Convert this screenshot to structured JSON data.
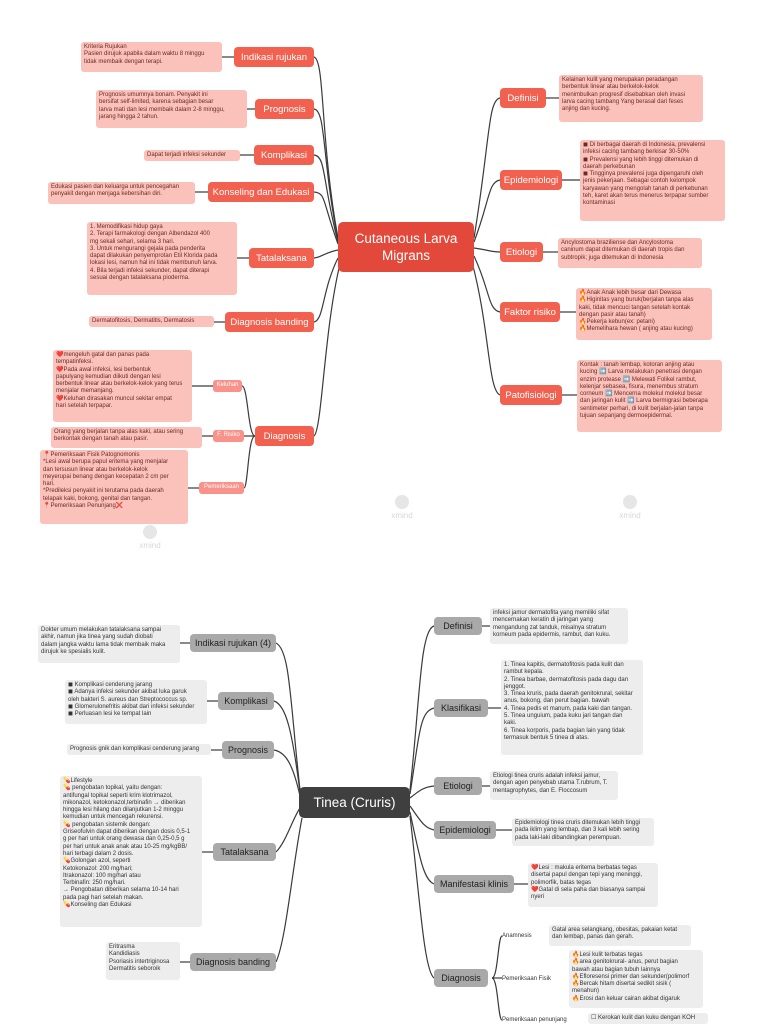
{
  "map1": {
    "root": [
      "Cutaneous Larva",
      "Migrans"
    ],
    "branches": {
      "indikasi": {
        "label": "Indikasi rujukan",
        "leaf": [
          "Kriteria Rujukan",
          "Pasien dirujuk apabila dalam waktu 8 minggu",
          "tidak membaik dengan terapi."
        ]
      },
      "prognosis": {
        "label": "Prognosis",
        "leaf": [
          "Prognosis umumnya bonam. Penyakit ini",
          "bersifat self-limited, karena sebagian besar",
          "larva mati dan lesi membaik dalam 2-8 minggu,",
          "jarang hingga 2 tahun."
        ]
      },
      "komplikasi": {
        "label": "Komplikasi",
        "leaf": [
          "Dapat terjadi infeksi sekunder"
        ]
      },
      "konseling": {
        "label": "Konseling dan Edukasi",
        "leaf": [
          "Edukasi pasien dan keluarga untuk pencegahan",
          "penyakit dengan menjaga kebersihan diri."
        ]
      },
      "tatalaksana": {
        "label": "Tatalaksana",
        "leaf": [
          "1. Memodifikasi hidup gaya",
          "2. Terapi farmakologi dengan Albendazol 400",
          "mg sekali sehari, selama 3 hari.",
          "3. Untuk mengurangi gejala pada penderita",
          "dapat dilakukan penyemprotan Etil Klorida pada",
          "lokasi lesi, namun hal ini tidak membunuh larva.",
          "4. Bila terjadi infeksi sekunder, dapat diterapi",
          "sesuai dengan tatalaksana pioderma."
        ]
      },
      "diagbanding": {
        "label": "Diagnosis banding",
        "leaf": [
          "Dermatofitosis, Dermatitis, Dermatosis"
        ]
      },
      "diagnosis": {
        "label": "Diagnosis",
        "keluhan": {
          "label": "Keluhan",
          "leaf": [
            "❤️mengeluh gatal dan panas pada",
            "tempatinfeksi.",
            "❤️Pada awal infeksi, lesi berbentuk",
            "papulyang kemudian diikuti dengan lesi",
            "berbentuk linear atau berkelok-kelok yang terus",
            "menjalar memanjang.",
            "❤️Keluhan dirasakan muncul sekitar empat",
            "hari setelah terpapar."
          ]
        },
        "frisiko": {
          "label": "F. Risiko",
          "leaf": [
            "Orang yang berjalan tanpa alas kaki, atau sering",
            "berkontak dengan tanah atau pasir."
          ]
        },
        "pemeriksaan": {
          "label": "Pemeriksaan",
          "leaf": [
            "📍Pemeriksaan Fisik Patognomonis",
            "*Lesi awal berupa papul eritema yang menjalar",
            "dan tersusun linear atau berkelok-kelok",
            "meyerupai benang dengan kecepatan 2 cm per",
            "hari.",
            "*Predileksi penyakit ini terutama pada daerah",
            "telapak kaki, bokong, genital dan tangan.",
            "📍Pemeriksaan Penunjang❌"
          ]
        }
      },
      "definisi": {
        "label": "Definisi",
        "leaf": [
          "Kelainan kulit yang merupakan peradangan",
          "berbentuk linear atau berkelok-kelok",
          "menimbulkan progresif disebabkan oleh invasi",
          "larva cacing tambang Yang berasal dari feses",
          "anjing dan kucing."
        ]
      },
      "epidemiologi": {
        "label": "Epidemiologi",
        "leaf": [
          "◼ Di berbagai daerah di Indonesia, prevalensi",
          "infeksi cacing tambang berkisar 30-50%",
          "◼ Prevalensi yang lebih tinggi ditemukan di",
          "daerah perkebunan",
          "◼ Tingginya prevalensi juga dipengaruhi oleh",
          "jenis pekerjaan. Sebagai contoh kelompok",
          "karyawan yang mengolah tanah di perkebunan",
          "teh, karet akan terus menerus terpapar sumber",
          "kontaminasi"
        ]
      },
      "etiologi": {
        "label": "Etiologi",
        "leaf": [
          "Ancylostoma braziliense dan Ancylostoma",
          "caninum dapat ditemukan di daerah tropis dan",
          "subtropik; juga ditemukan di Indonesia"
        ]
      },
      "faktor": {
        "label": "Faktor risiko",
        "leaf": [
          "🔥Anak Anak lebih besar dari Dewasa",
          "🔥Higinitas yang buruk(berjalan tanpa alas",
          "kaki, tidak mencuci tangan setelah kontak",
          "dengan pasir atau tanah)",
          "🔥Pekerja kebun(ex: petani)",
          "🔥Memelihara hewan ( anjing atau kucing)"
        ]
      },
      "patofisiologi": {
        "label": "Patofisiologi",
        "leaf": [
          "Kontak : tanah lembap, kotoran anjing atau",
          "kucing ➡️ Larva melakukan penetrasi dengan",
          "enzim protease ➡️ Melewati Folikel rambut,",
          "kelenjar sebasea, fisura, menembus stratum",
          "corneum ➡️ Mencerna molekul molekul besar",
          "dan jaringan kulit ➡️ Larva bermigrasi beberapa",
          "sentimeter perhari, di kulit berjalan-jalan tanpa",
          "tujuan sepanjang dermoepidermal."
        ]
      }
    }
  },
  "map2": {
    "root": "Tinea (Cruris)",
    "branches": {
      "indikasi": {
        "label": "Indikasi rujukan (4)",
        "leaf": [
          "Dokter umum melakukan tatalaksana sampai",
          "akhir, namun jika tinea yang sudah diobati",
          "dalam jangka waktu lama tidak membaik maka",
          "dirujuk ke spesialis kulit."
        ]
      },
      "komplikasi": {
        "label": "Komplikasi",
        "leaf": [
          "◼ Komplikasi cenderung jarang",
          "◼ Adanya infeksi sekunder akibat luka garuk",
          "oleh bakteri S. aureus dan Streptococcus sp.",
          "◼ Glomerulonefritis akibat dari infeksi sekunder",
          "◼ Perluasan lesi ke tempat lain"
        ]
      },
      "prognosis": {
        "label": "Prognosis",
        "leaf": [
          "Prognosis gnik dan komplikasi cenderung jarang"
        ]
      },
      "tatalaksana": {
        "label": "Tatalaksana",
        "leaf": [
          "💊Lifestyle",
          "💊 pengobatan topikal, yaitu dengan:",
          "antifungal topikal seperti krim klotrimazol,",
          "mikonazol, ketokonazol,terbinafin → diberikan",
          "hingga lesi hilang dan dilanjutkan 1-2 minggu",
          "kemudian untuk mencegah rekurensi.",
          "💊 pengobatan sistemik dengan:",
          "Griseofulvin dapat diberikan dengan dosis 0,5-1",
          "g per hari untuk orang dewasa dan 0,25-0,5 g",
          "per hari untuk anak anak atau 10-25 mg/kgBB/",
          "hari terbagi dalam 2 dosis.",
          "💊Golongan azol, seperti",
          "Ketokonazol: 200 mg/hari;",
          "Itrakonazol: 100 mg/hari atau",
          "Terbinafin: 250 mg/hari.",
          "→ Pengobatan diberikan selama 10-14 hari",
          "pada pagi hari setelah makan.",
          "💊Konseling dan Edukasi"
        ]
      },
      "diagbanding": {
        "label": "Diagnosis banding",
        "leaf": [
          "Eritrasma",
          "Kandidiasis",
          "Psoriasis intertriginosa",
          "Dermatitis seboroik"
        ]
      },
      "definisi": {
        "label": "Definisi",
        "leaf": [
          "infeksi jamur dermatofita yang memiliki sifat",
          "mencernakan keratin di jaringan yang",
          "mengandung zat tanduk, misalnya stratum",
          "korneum pada epidermis, rambut, dan kuku."
        ]
      },
      "klasifikasi": {
        "label": "Klasifikasi",
        "leaf": [
          "1. Tinea kapitis, dermatofitosis pada kulit dan",
          "rambut kepala.",
          "2. Tinea barbae, dermatofitosis pada dagu dan",
          "jenggot.",
          "3. Tinea kruris, pada daerah genitokrural, sekitar",
          "anus, bokong, dan perut bagian. bawah",
          "4. Tinea pedis et manum, pada kaki dan tangan.",
          "5. Tinea unguium, pada kuku jari tangan dan",
          "kaki.",
          "6. Tinea korporis, pada bagian lain yang tidak",
          "termasuk bentuk 5 tinea di atas."
        ]
      },
      "etiologi": {
        "label": "Etiologi",
        "leaf": [
          "Etiologi tinea cruris adalah infeksi jamur,",
          "dengan agen penyebab utama T.rubrum, T.",
          "mentagrophytes, dan E. Floccosum"
        ]
      },
      "epidemiologi": {
        "label": "Epidemiologi",
        "leaf": [
          "Epidemiologi tinea cruris ditemukan lebih tinggi",
          "pada iklim yang lembap, dan 3 kali lebih sering",
          "pada laki-laki dibandingkan perempuan."
        ]
      },
      "manifestasi": {
        "label": "Manifestasi klinis",
        "leaf": [
          "❤️Lesi : makula eritema berbatas tegas",
          "disertai  papul dengan tepi yang meninggi,",
          "polimorfik, batas tegas",
          "❤️Gatal di sela paha dan biasanya sampai",
          "nyeri"
        ]
      },
      "diagnosis": {
        "label": "Diagnosis",
        "anamnesis": {
          "label": "Anamnesis",
          "leaf": [
            "Gatal area selangkang, obesitas, pakaian ketat",
            "dan lembap, panas dan gerah."
          ]
        },
        "fisik": {
          "label": "Pemeriksaan Fisik",
          "leaf": [
            "🔥Lesi kulit terbatas tegas",
            "🔥area genitokrural- anus, perut bagian",
            "bawah atau bagian tubuh lainnya",
            "🔥Efloresensi primer dan sekunder(polimorf",
            "🔥Bercak hitam disertai sedikit sisik (",
            "menahun)",
            "🔥Erosi dan keluar cairan akibat digaruk"
          ]
        },
        "penunjang": {
          "label": "Pemeriksaan penunjang",
          "leaf": [
            "☐ Kerokan kulit dan kuku dengan KOH"
          ]
        }
      }
    }
  },
  "watermark": "xmind",
  "colors": {
    "red_root": "#e2493a",
    "red_branch": "#f26150",
    "red_leaf": "#fbc1bb",
    "gray_root": "#3f3f3f",
    "gray_branch": "#a9a9a9",
    "gray_leaf": "#ededed"
  }
}
